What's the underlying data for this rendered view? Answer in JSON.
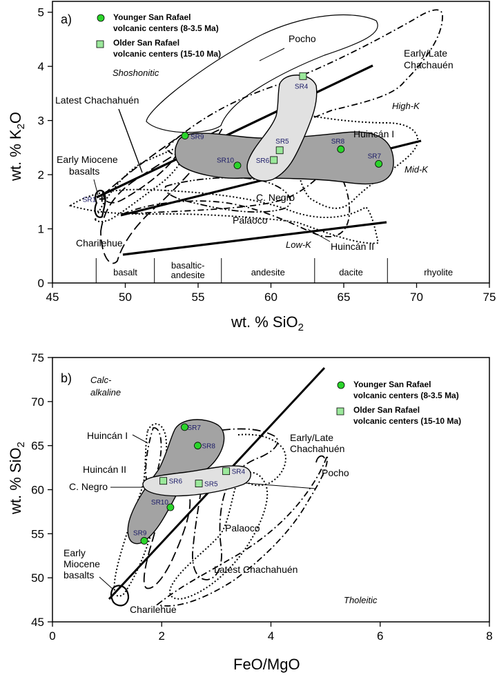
{
  "figure": {
    "panel_a_label": "a)",
    "panel_b_label": "b)"
  },
  "chart_data": [
    {
      "type": "scatter",
      "panel": "a)",
      "xlabel": "wt. % SiO2",
      "ylabel": "wt. % K2O",
      "xlim": [
        45,
        75
      ],
      "ylim": [
        0,
        5.2
      ],
      "x_ticks": [
        "45",
        "50",
        "55",
        "60",
        "65",
        "70",
        "75"
      ],
      "y_ticks": [
        "0",
        "1",
        "2",
        "3",
        "4",
        "5"
      ],
      "series": [
        {
          "name": "Younger San Rafael volcanic centers (8-3.5 Ma)",
          "marker": "circle",
          "color": "#2bd42b",
          "points": [
            {
              "label": "SR9",
              "x": 54.1,
              "y": 2.72
            },
            {
              "label": "SR10",
              "x": 57.7,
              "y": 2.17
            },
            {
              "label": "SR8",
              "x": 64.8,
              "y": 2.47
            },
            {
              "label": "SR7",
              "x": 67.4,
              "y": 2.2
            }
          ]
        },
        {
          "name": "Older San Rafael volcanic centers (15-10 Ma)",
          "marker": "square",
          "color": "#9be89b",
          "points": [
            {
              "label": "SR4",
              "x": 62.2,
              "y": 3.82
            },
            {
              "label": "SR5",
              "x": 60.6,
              "y": 2.45
            },
            {
              "label": "SR6",
              "x": 60.2,
              "y": 2.27
            },
            {
              "label": "SR1",
              "x": 48.4,
              "y": 1.55
            }
          ]
        }
      ],
      "legend": [
        "Younger San Rafael volcanic centers (8-3.5 Ma)",
        "Older San Rafael volcanic centers (15-10 Ma)"
      ],
      "legend_lines": [
        [
          "Younger San Rafael",
          "volcanic centers (8-3.5 Ma)"
        ],
        [
          "Older San Rafael",
          "volcanic centers (15-10 Ma)"
        ]
      ],
      "series_fields": [
        "Shoshonitic",
        "High-K",
        "Mid-K",
        "Low-K"
      ],
      "rock_classes": [
        "basalt",
        "basaltic-andesite",
        "andesite",
        "dacite",
        "rhyolite"
      ],
      "rock_class_lines": [
        [
          "basalt"
        ],
        [
          "basaltic-",
          "andesite"
        ],
        [
          "andesite"
        ],
        [
          "dacite"
        ],
        [
          "rhyolite"
        ]
      ],
      "rock_boundaries": [
        48,
        52,
        56.6,
        63,
        68
      ],
      "field_labels": [
        "Pocho",
        "Early/Late Chachauén",
        "Latest Chachahuén",
        "Early Miocene basalts",
        "Huincán I",
        "Huincán II",
        "C. Negro",
        "Palaoco",
        "Charilehue"
      ],
      "field_label_lines": {
        "pocho": [
          "Pocho"
        ],
        "early_late": [
          "Early/Late",
          "Chachauén"
        ],
        "latest": [
          "Latest Chachahuén"
        ],
        "miocene": [
          "Early Miocene",
          "basalts"
        ],
        "huincan1": [
          "Huincán I"
        ],
        "huincan2": [
          "Huincán II"
        ],
        "cnegro": [
          "C. Negro"
        ],
        "palaoco": [
          "Palaoco"
        ],
        "charilehue": [
          "Charilehue"
        ]
      },
      "grid": false
    },
    {
      "type": "scatter",
      "panel": "b)",
      "xlabel": "FeO/MgO",
      "ylabel": "wt. % SiO2",
      "xlim": [
        0,
        8
      ],
      "ylim": [
        45,
        75
      ],
      "x_ticks": [
        "0",
        "2",
        "4",
        "6",
        "8"
      ],
      "y_ticks": [
        "45",
        "50",
        "55",
        "60",
        "65",
        "70",
        "75"
      ],
      "series": [
        {
          "name": "Younger San Rafael volcanic centers (8-3.5 Ma)",
          "marker": "circle",
          "color": "#2bd42b",
          "points": [
            {
              "label": "SR7",
              "x": 2.42,
              "y": 67.1
            },
            {
              "label": "SR8",
              "x": 2.66,
              "y": 65.0
            },
            {
              "label": "SR10",
              "x": 2.16,
              "y": 58.0
            },
            {
              "label": "SR9",
              "x": 1.68,
              "y": 54.2
            }
          ]
        },
        {
          "name": "Older San Rafael volcanic centers (15-10 Ma)",
          "marker": "square",
          "color": "#9be89b",
          "points": [
            {
              "label": "SR6",
              "x": 2.03,
              "y": 61.0
            },
            {
              "label": "SR5",
              "x": 2.68,
              "y": 60.7
            },
            {
              "label": "SR4",
              "x": 3.18,
              "y": 62.1
            }
          ]
        }
      ],
      "legend": [
        "Younger San Rafael volcanic centers (8-3.5 Ma)",
        "Older San Rafael volcanic centers (15-10 Ma)"
      ],
      "legend_lines": [
        [
          "Younger San Rafael",
          "volcanic centers (8-3.5 Ma)"
        ],
        [
          "Older San Rafael",
          "volcanic centers (15-10 Ma)"
        ]
      ],
      "series_fields": [
        "Calc-alkaline",
        "Tholeitic"
      ],
      "series_field_lines": {
        "calc": [
          "Calc-",
          "alkaline"
        ],
        "thol": [
          "Tholeitic"
        ]
      },
      "field_labels": [
        "Huincán I",
        "Huincán II",
        "C. Negro",
        "Early/Late Chachahuén",
        "Pocho",
        "Palaoco",
        "Latest Chachahuén",
        "Early Miocene basalts",
        "Charilehue"
      ],
      "field_label_lines": {
        "huincan1": [
          "Huincán I"
        ],
        "huincan2": [
          "Huincán II"
        ],
        "cnegro": [
          "C. Negro"
        ],
        "early_late": [
          "Early/Late",
          "Chachahuén"
        ],
        "pocho": [
          "Pocho"
        ],
        "palaoco": [
          "Palaoco"
        ],
        "latest": [
          "Latest Chachahuén"
        ],
        "miocene": [
          "Early",
          "Miocene",
          "basalts"
        ],
        "charilehue": [
          "Charilehue"
        ]
      },
      "grid": false
    }
  ]
}
